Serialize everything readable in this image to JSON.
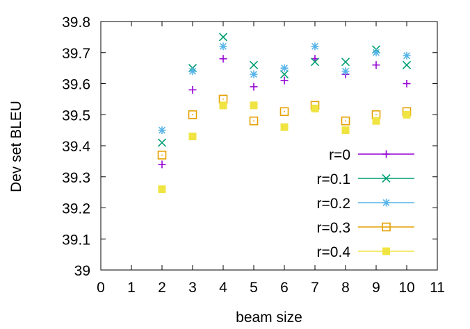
{
  "chart_data": {
    "type": "scatter",
    "title": "",
    "xlabel": "beam size",
    "ylabel": "Dev set BLEU",
    "xlim": [
      0,
      11
    ],
    "ylim": [
      39,
      39.8
    ],
    "x_ticks": [
      "0",
      "1",
      "2",
      "3",
      "4",
      "5",
      "6",
      "7",
      "8",
      "9",
      "10",
      "11"
    ],
    "y_ticks": [
      "39",
      "39.1",
      "39.2",
      "39.3",
      "39.4",
      "39.5",
      "39.6",
      "39.7",
      "39.8"
    ],
    "grid": false,
    "legend_position": "bottom-right",
    "series": [
      {
        "name": "r=0",
        "marker": "plus",
        "color": "#9400d3",
        "x": [
          2,
          3,
          4,
          5,
          6,
          7,
          8,
          9,
          10
        ],
        "y": [
          39.34,
          39.58,
          39.68,
          39.59,
          39.61,
          39.68,
          39.63,
          39.66,
          39.6
        ]
      },
      {
        "name": "r=0.1",
        "marker": "cross",
        "color": "#009e73",
        "x": [
          2,
          3,
          4,
          5,
          6,
          7,
          8,
          9,
          10
        ],
        "y": [
          39.41,
          39.65,
          39.75,
          39.66,
          39.63,
          39.67,
          39.67,
          39.71,
          39.66
        ]
      },
      {
        "name": "r=0.2",
        "marker": "star",
        "color": "#56b4e9",
        "x": [
          2,
          3,
          4,
          5,
          6,
          7,
          8,
          9,
          10
        ],
        "y": [
          39.45,
          39.64,
          39.72,
          39.63,
          39.65,
          39.72,
          39.64,
          39.7,
          39.69
        ]
      },
      {
        "name": "r=0.3",
        "marker": "open-square",
        "color": "#e69f00",
        "x": [
          2,
          3,
          4,
          5,
          6,
          7,
          8,
          9,
          10
        ],
        "y": [
          39.37,
          39.5,
          39.55,
          39.48,
          39.51,
          39.53,
          39.48,
          39.5,
          39.51
        ]
      },
      {
        "name": "r=0.4",
        "marker": "filled-square",
        "color": "#f0e442",
        "x": [
          2,
          3,
          4,
          5,
          6,
          7,
          8,
          9,
          10
        ],
        "y": [
          39.26,
          39.43,
          39.53,
          39.53,
          39.46,
          39.52,
          39.45,
          39.48,
          39.5
        ]
      }
    ]
  }
}
